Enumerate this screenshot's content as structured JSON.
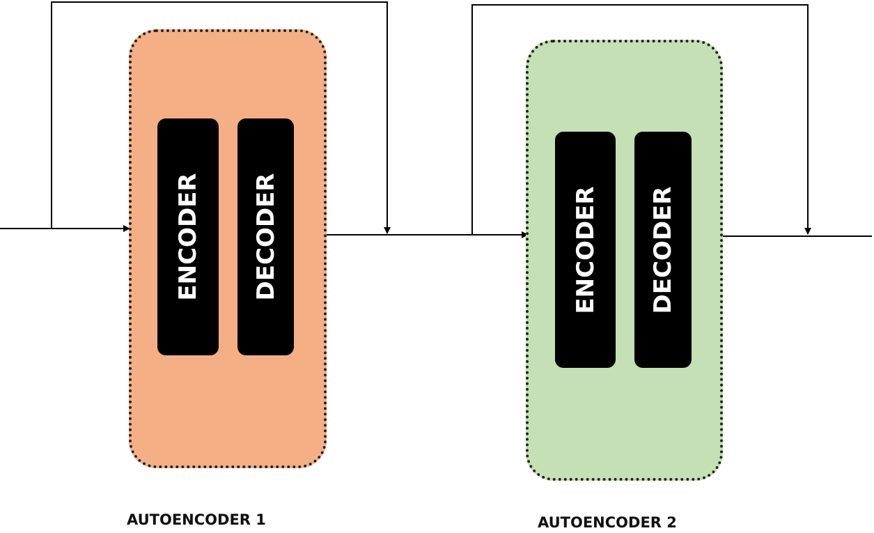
{
  "colors": {
    "autoencoder_1_fill": "#F4B084",
    "autoencoder_2_fill": "#C5E0B4",
    "block_fill": "#000000",
    "line": "#000000"
  },
  "autoencoders": [
    {
      "caption": "AUTOENCODER 1",
      "encoder_label": "ENCODER",
      "decoder_label": "DECODER"
    },
    {
      "caption": "AUTOENCODER 2",
      "encoder_label": "ENCODER",
      "decoder_label": "DECODER"
    }
  ]
}
